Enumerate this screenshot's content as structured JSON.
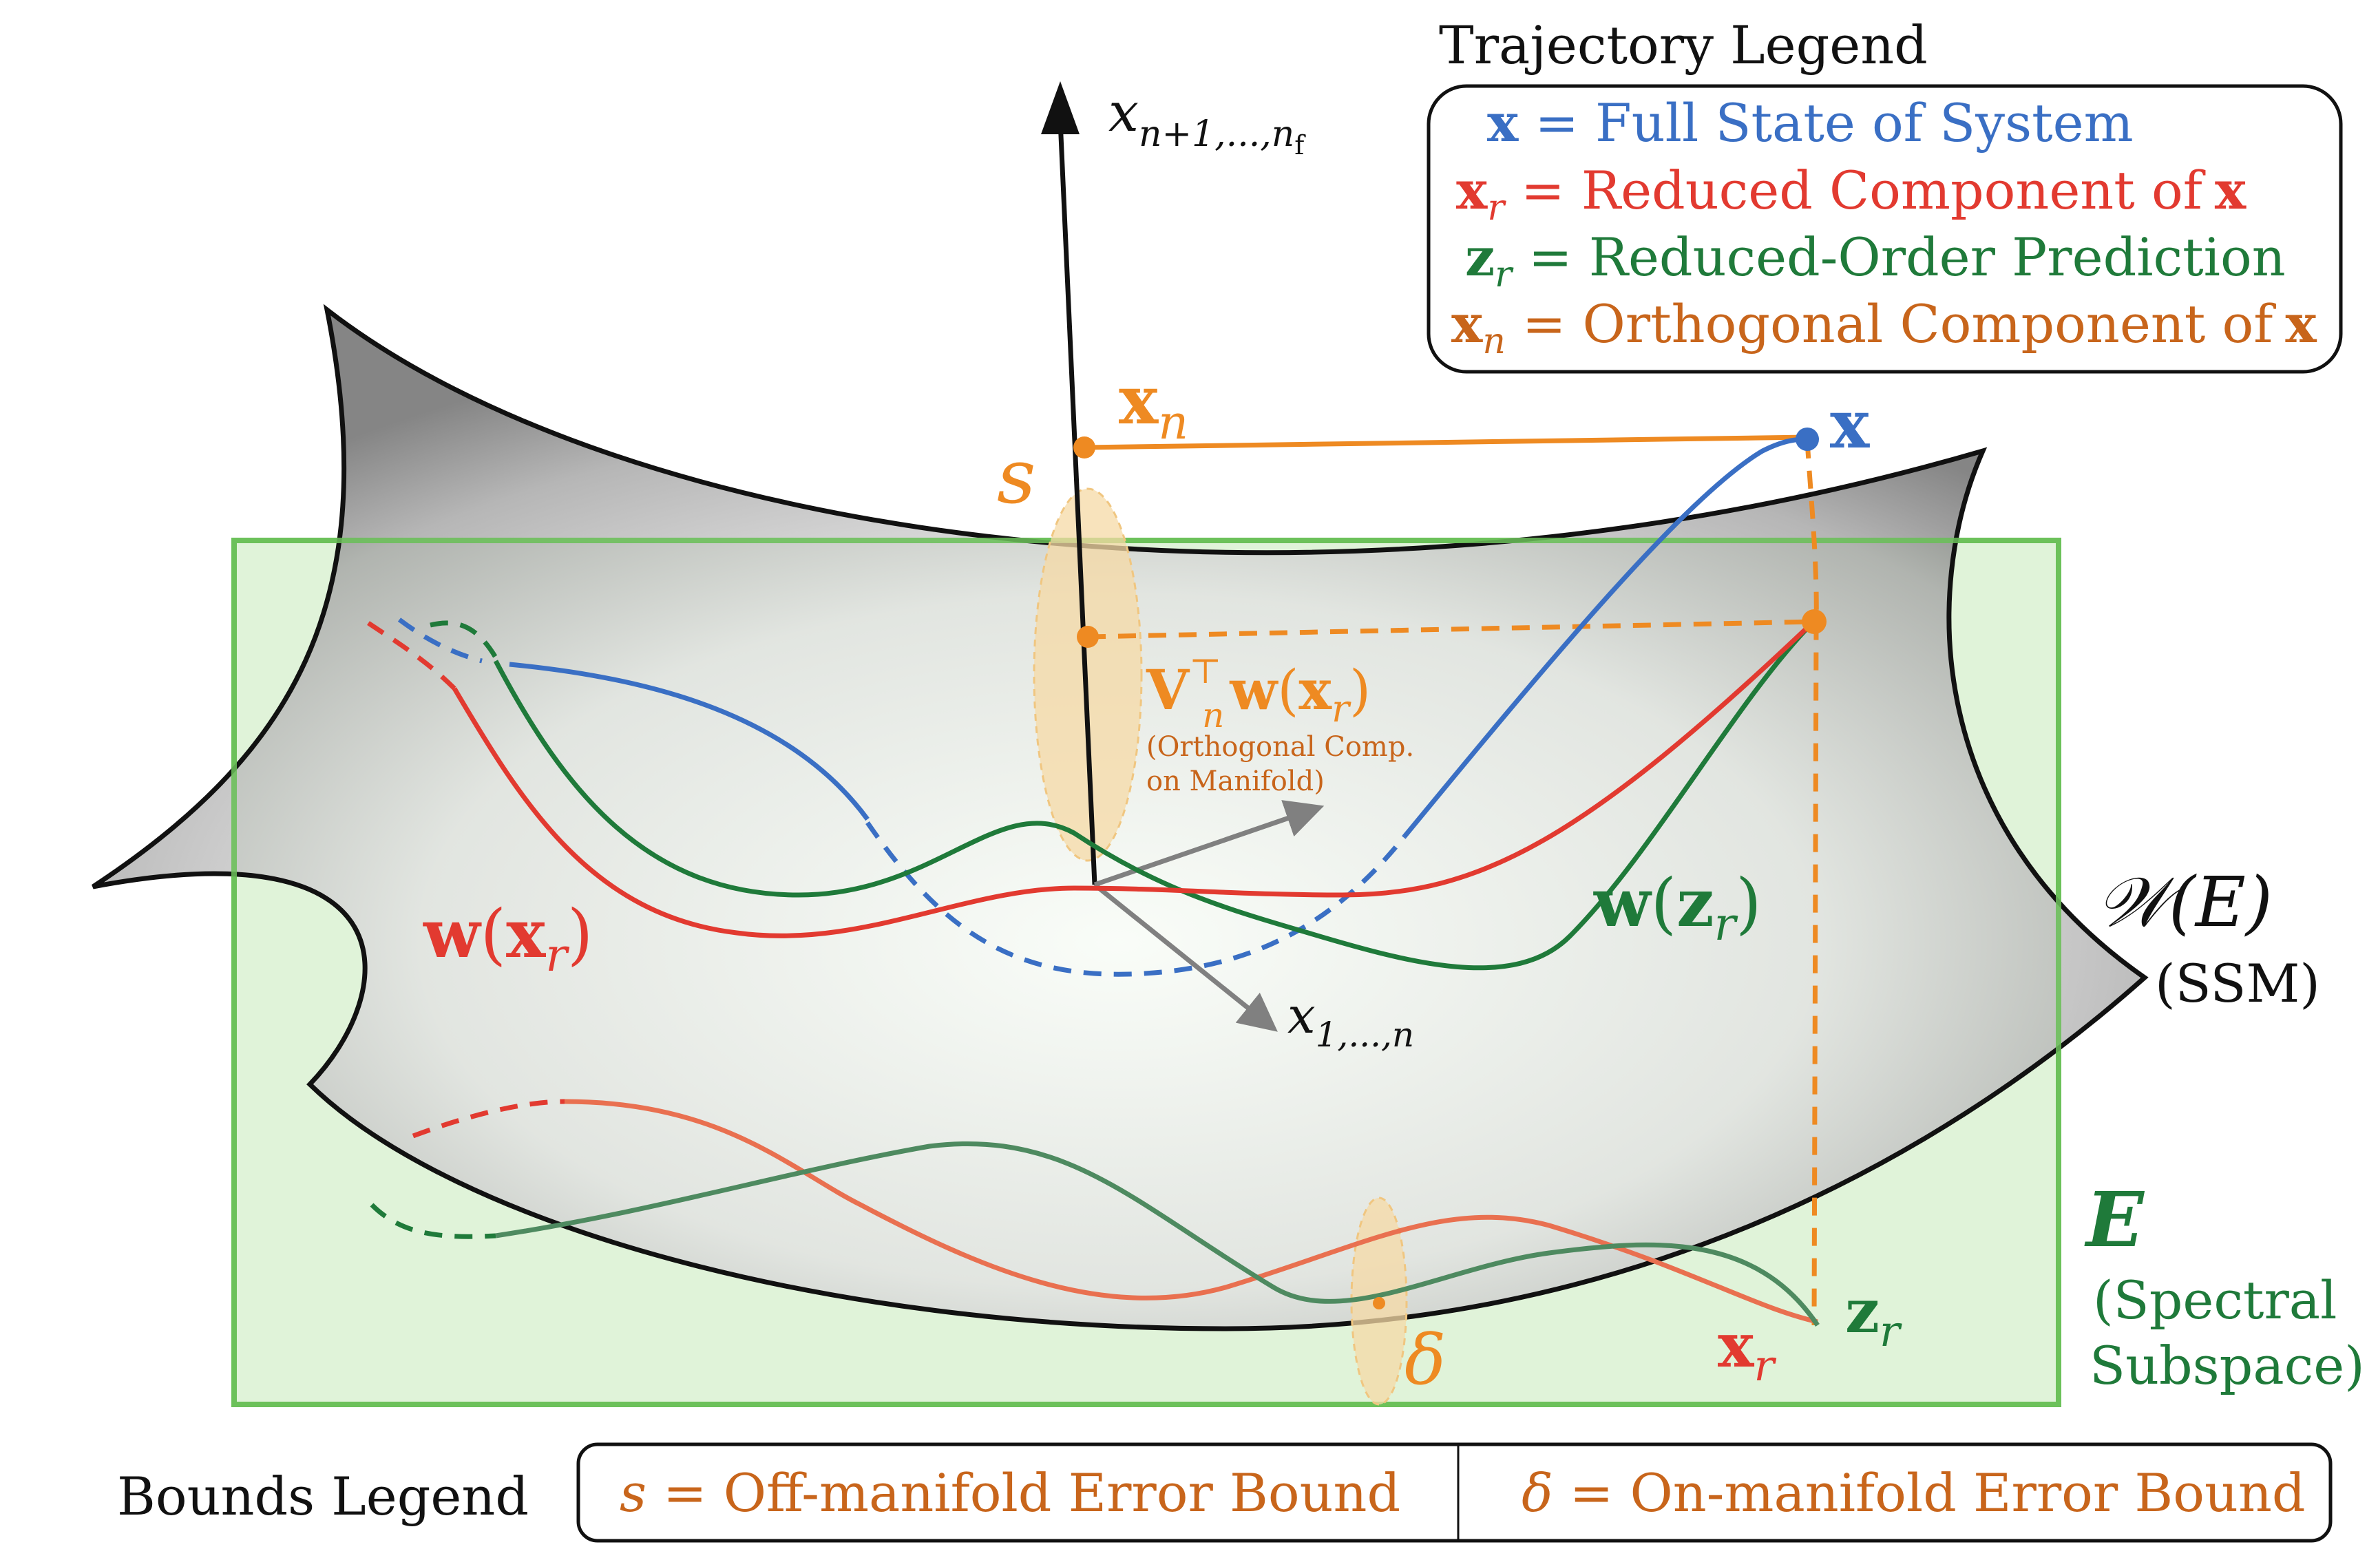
{
  "colors": {
    "blue": "#3a6fc4",
    "red": "#e23a30",
    "green": "#1f7a3a",
    "orange": "#ee8a22",
    "orange_text": "#c8651b",
    "subspace_fill": "#d6efcc",
    "subspace_stroke": "#6cc15a",
    "manifold_dark": "#6e6e6e",
    "black": "#111111",
    "axis_gray": "#808080"
  },
  "trajectory_legend": {
    "title": "Trajectory Legend",
    "items": [
      {
        "symbol": "x",
        "equals": "=",
        "text": "Full State of System",
        "color": "blue"
      },
      {
        "symbol": "xr",
        "equals": "=",
        "text": "Reduced Component of",
        "suffix": "x",
        "color": "red"
      },
      {
        "symbol": "zr",
        "equals": "=",
        "text": "Reduced-Order Prediction",
        "color": "green"
      },
      {
        "symbol": "xn",
        "equals": "=",
        "text": "Orthogonal Component of",
        "suffix": "x",
        "color": "orange_text"
      }
    ]
  },
  "bounds_legend": {
    "title": "Bounds Legend",
    "left": {
      "symbol": "s",
      "equals": "=",
      "text": "Off-manifold Error Bound"
    },
    "right": {
      "symbol": "δ",
      "equals": "=",
      "text": "On-manifold Error Bound"
    }
  },
  "axes": {
    "vertical": {
      "base": "x",
      "sub": "n+1,...,n",
      "subsub": "f"
    },
    "horizontal": {
      "base": "x",
      "sub": "1,...,n"
    }
  },
  "labels": {
    "x_main": "x",
    "x_n": "x",
    "x_n_sub": "n",
    "s": "s",
    "V_T_w": {
      "V": "V",
      "sup": "⊤",
      "sub": "n",
      "w": "w",
      "open": "(",
      "x": "x",
      "r": "r",
      "close": ")"
    },
    "ortho_note_1": "(Orthogonal Comp.",
    "ortho_note_2": "on Manifold)",
    "w_xr": {
      "w": "w",
      "open": "(",
      "x": "x",
      "r": "r",
      "close": ")"
    },
    "w_zr": {
      "w": "w",
      "open": "(",
      "z": "z",
      "r": "r",
      "close": ")"
    },
    "WE": {
      "W": "𝒲",
      "rest": "(E)"
    },
    "SSM": "(SSM)",
    "E": "E",
    "spectral_1": "(Spectral",
    "spectral_2": "Subspace)",
    "delta": "δ",
    "x_r_bottom": {
      "x": "x",
      "r": "r"
    },
    "z_r_bottom": {
      "z": "z",
      "r": "r"
    }
  }
}
